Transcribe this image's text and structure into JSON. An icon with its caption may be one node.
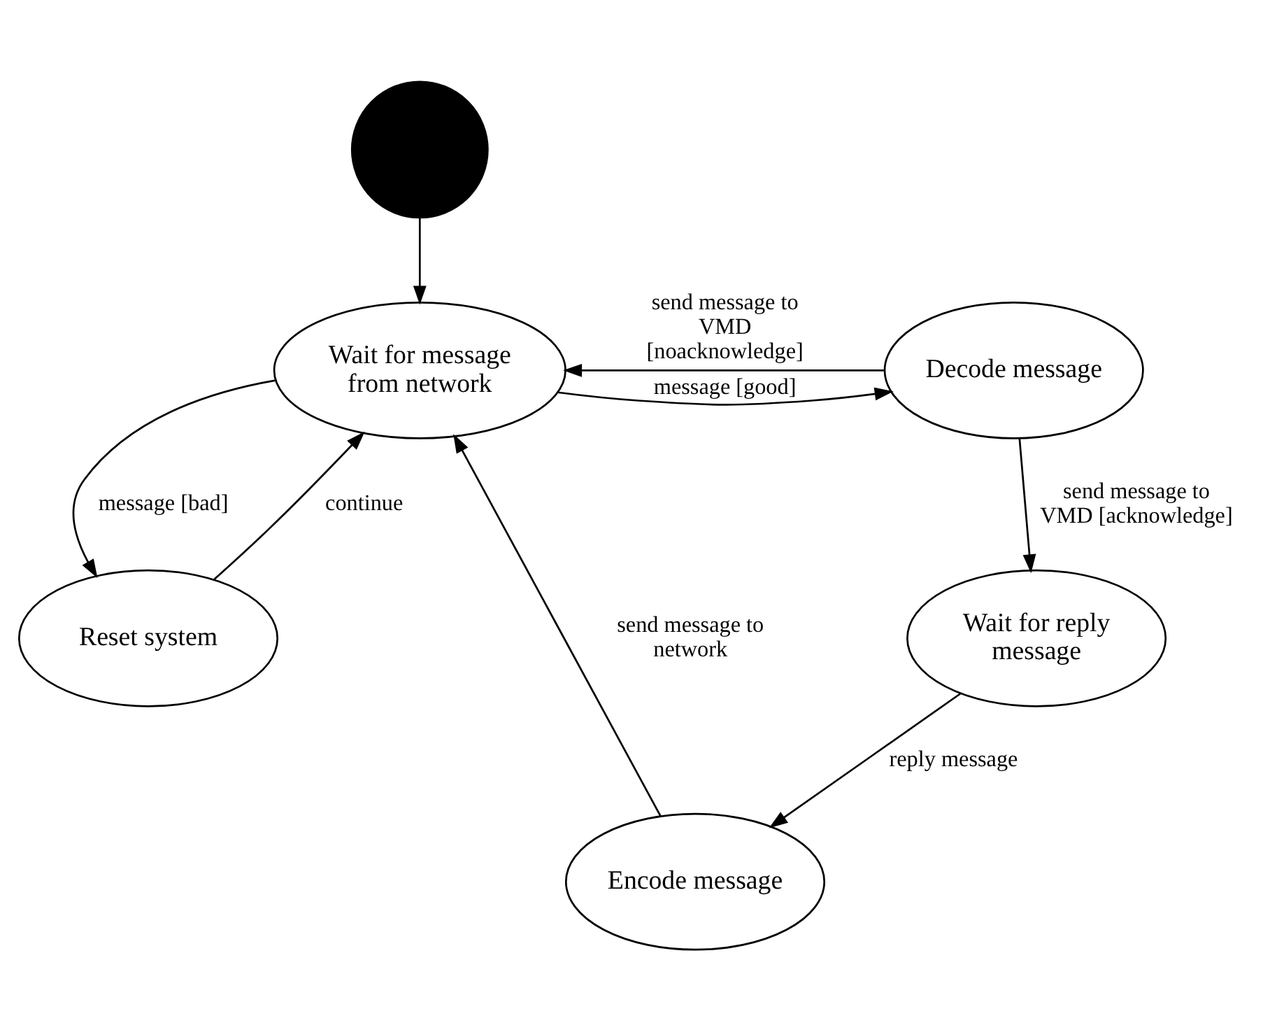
{
  "diagram": {
    "nodes": [
      {
        "text": [],
        "shape": "circle"
      },
      {
        "text": [
          "Wait for message from network"
        ]
      },
      {
        "text": [
          "Decode message"
        ]
      },
      {
        "text": [
          "Reset system"
        ]
      },
      {
        "text": [
          "Wait for reply message"
        ]
      },
      {
        "text": [
          "Encode message"
        ]
      }
    ],
    "edges": [
      {
        "from": 0,
        "to": 1,
        "arrow": "to"
      },
      {
        "from": 1,
        "to": 2,
        "arrow": "to",
        "label": "message [good]"
      },
      {
        "from": 2,
        "to": 1,
        "arrow": "to",
        "label": "send message to VMD [noacknowledge]"
      },
      {
        "from": 1,
        "to": 3,
        "arrow": "to",
        "label": "message [bad]"
      },
      {
        "from": 3,
        "to": 1,
        "arrow": "to",
        "label": "continue"
      },
      {
        "from": 2,
        "to": 4,
        "arrow": "to",
        "label": "send message to VMD [acknowledge]"
      },
      {
        "from": 4,
        "to": 5,
        "arrow": "to",
        "label": "reply message"
      },
      {
        "from": 5,
        "to": 1,
        "arrow": "to",
        "label": "send message to network"
      }
    ]
  }
}
